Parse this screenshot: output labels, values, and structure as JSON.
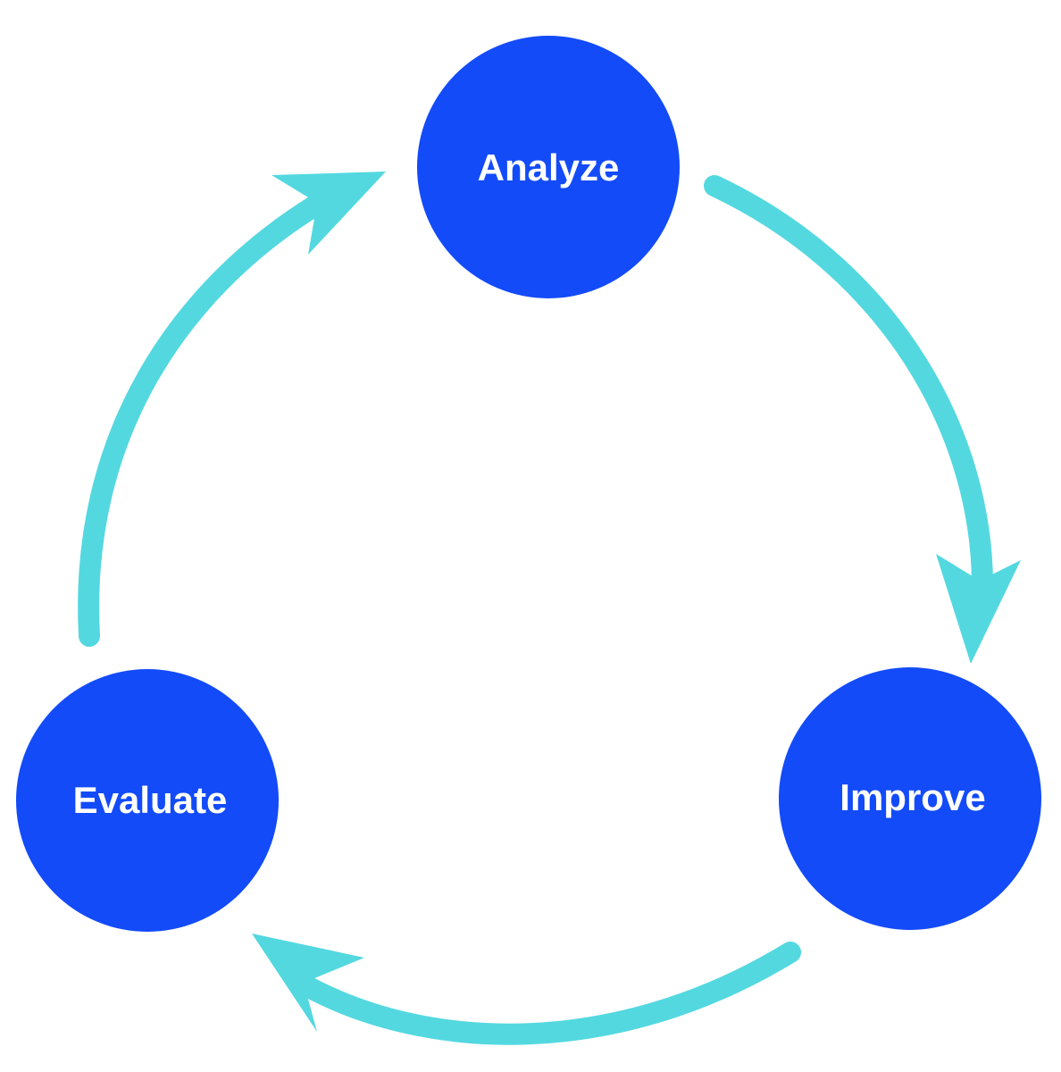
{
  "nodes": [
    {
      "id": "analyze",
      "label": "Analyze"
    },
    {
      "id": "improve",
      "label": "Improve"
    },
    {
      "id": "evaluate",
      "label": "Evaluate"
    }
  ],
  "edges": [
    {
      "from": "analyze",
      "to": "improve"
    },
    {
      "from": "improve",
      "to": "evaluate"
    },
    {
      "from": "evaluate",
      "to": "analyze"
    }
  ],
  "colors": {
    "node_fill": "#134bf9",
    "node_text": "#ffffff",
    "arrow": "#53d8e0",
    "background": "#ffffff"
  }
}
